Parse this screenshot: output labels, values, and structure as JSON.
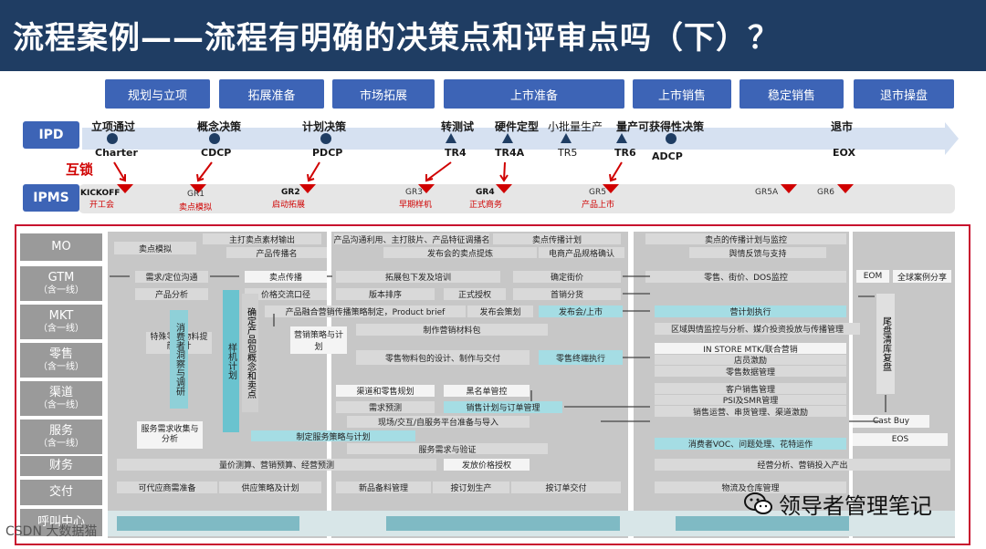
{
  "title": "流程案例——流程有明确的决策点和评审点吗（下）？",
  "phases": [
    "规划与立项",
    "拓展准备",
    "市场拓展",
    "上市准备",
    "上市销售",
    "稳定销售",
    "退市操盘"
  ],
  "lanes": {
    "ipd": "IPD",
    "ipms": "IPMS",
    "interlock": "互锁"
  },
  "ipd_milestones": [
    {
      "label": "立项通过",
      "code": "Charter"
    },
    {
      "label": "概念决策",
      "code": "CDCP"
    },
    {
      "label": "计划决策",
      "code": "PDCP"
    },
    {
      "label": "转测试",
      "code": "TR4"
    },
    {
      "label": "硬件定型",
      "code": "TR4A"
    },
    {
      "label": "小批量生产",
      "code": "TR5"
    },
    {
      "label": "量产可获得性决策",
      "code": "TR6"
    },
    {
      "label": "",
      "code": "ADCP"
    },
    {
      "label": "退市",
      "code": "EOX"
    }
  ],
  "ipms_gates": [
    {
      "code": "KICKOFF",
      "sub": "开工会"
    },
    {
      "code": "GR1",
      "sub": "卖点模拟"
    },
    {
      "code": "GR2",
      "sub": "启动拓展"
    },
    {
      "code": "GR3",
      "sub": "早期样机"
    },
    {
      "code": "GR4",
      "sub": "正式商务"
    },
    {
      "code": "GR5",
      "sub": "产品上市"
    },
    {
      "code": "GR5A",
      "sub": ""
    },
    {
      "code": "GR6",
      "sub": ""
    }
  ],
  "rows": [
    {
      "name": "MO",
      "sub": ""
    },
    {
      "name": "GTM",
      "sub": "（含一线）"
    },
    {
      "name": "MKT",
      "sub": "（含一线）"
    },
    {
      "name": "零售",
      "sub": "（含一线）"
    },
    {
      "name": "渠道",
      "sub": "（含一线）"
    },
    {
      "name": "服务",
      "sub": "（含一线）"
    },
    {
      "name": "财务",
      "sub": ""
    },
    {
      "name": "交付",
      "sub": ""
    },
    {
      "name": "呼叫中心",
      "sub": ""
    }
  ],
  "boxes": {
    "b1": "卖点模拟",
    "b2": "主打卖点素材输出",
    "b3": "产品传播名",
    "b4": "产品沟通利用、主打肢片、产品特征调播名",
    "b5": "卖点传播计划",
    "b6": "发布会的卖点提炼",
    "b7": "电商产品规格确认",
    "b8": "卖点的传播计划与监控",
    "b9": "舆情反馈与支持",
    "b10": "需求/定位沟通",
    "b11": "产品分析",
    "b12": "卖点传播",
    "b13": "价格交流口径",
    "b14": "拓展包下发及培训",
    "b15": "确定街价",
    "b16": "版本排序",
    "b17": "正式授权",
    "b18": "首销分货",
    "b19": "零售、街价、DOS监控",
    "b20": "EOM",
    "b21": "全球案例分享",
    "b22": "产品融合营销传播策略制定，Product brief",
    "b23": "发布会策划",
    "b24": "发布会/上市",
    "b25": "营销策略与计划",
    "b26": "制作营销材料包",
    "b27": "营计划执行",
    "b28": "区域舆情监控与分析、媒介投资投放与传播管理",
    "b29": "特殊零售物料提前采计",
    "b30": "零售物料包的设计、制作与交付",
    "b31": "零售终端执行",
    "b32": "IN STORE MTK/联合营销",
    "b33": "店员激励",
    "b34": "零售数据管理",
    "b35": "渠道和零售规划",
    "b36": "黑名单管控",
    "b37": "需求预测",
    "b38": "销售计划与订单管理",
    "b39": "客户销售管理",
    "b40": "PSI及SMR管理",
    "b41": "销售运营、串货管理、渠道激励",
    "b42": "服务需求收集与分析",
    "b43": "现场/交互/自服务平台准备与导入",
    "b44": "制定服务策略与计划",
    "b45": "服务需求与验证",
    "b46": "消费者VOC、问题处理、花特运作",
    "b47": "Cast Buy",
    "b48": "EOS",
    "b49": "量价测算、营销预算、经营预测",
    "b50": "发放价格授权",
    "b51": "经营分析、营销投入产出",
    "b52": "可代应商需准备",
    "b53": "供应策略及计划",
    "b54": "新品备料管理",
    "b55": "按订划生产",
    "b56": "按订单交付",
    "b57": "物流及仓库管理",
    "v1": "消费者洞察与调研",
    "v2": "样机计划",
    "v3": "确定产品包概念和卖点",
    "v4": "尾盘清库复盘"
  },
  "watermark": "领导者管理笔记",
  "corner_watermark": "CSDN 大数据猫"
}
